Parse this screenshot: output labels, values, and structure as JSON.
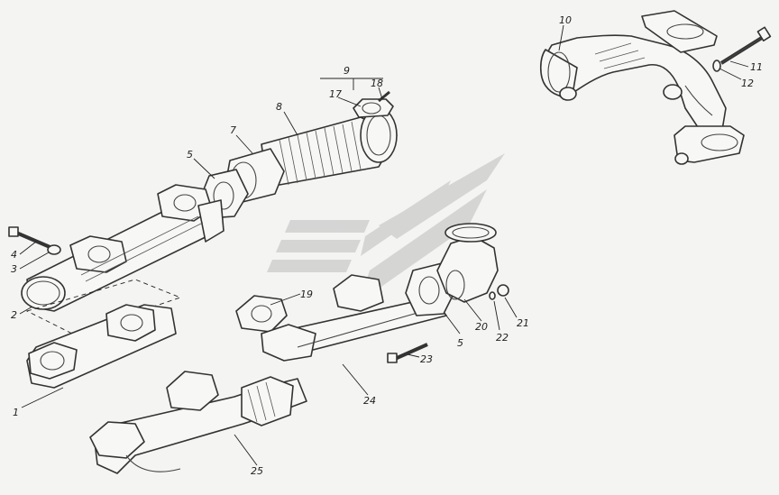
{
  "colors": {
    "ink": "#333333",
    "paper": "#f4f4f2",
    "watermark": "#c8c8c8"
  },
  "watermark": {
    "icon": "stylized-wing-logo"
  },
  "callouts": {
    "c1": "1",
    "c2": "2",
    "c3": "3",
    "c4": "4",
    "c5a": "5",
    "c5b": "5",
    "c7": "7",
    "c8": "8",
    "c9": "9",
    "c10": "10",
    "c11": "11",
    "c12": "12",
    "c17": "17",
    "c18": "18",
    "c19": "19",
    "c20": "20",
    "c21": "21",
    "c22": "22",
    "c23": "23",
    "c24": "24",
    "c25": "25"
  }
}
